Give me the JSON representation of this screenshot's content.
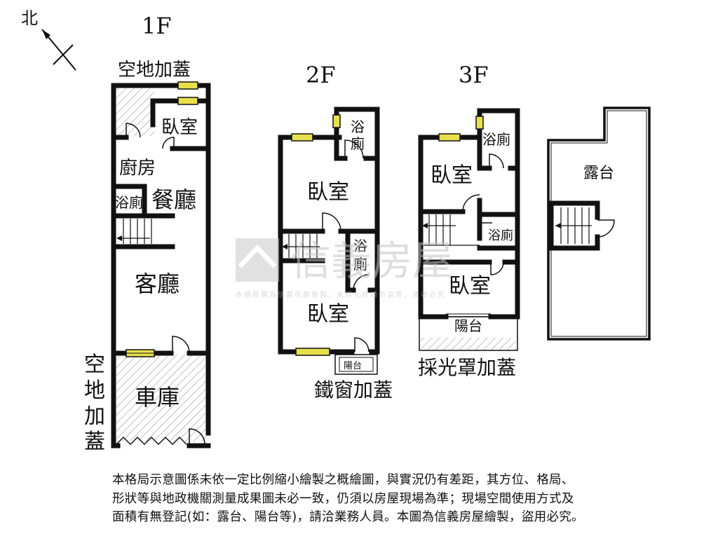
{
  "compass": {
    "north_label": "北",
    "icon": "north-arrow-icon"
  },
  "floors": {
    "f1": {
      "title": "1F",
      "top_label": "空地加蓋",
      "side_label": [
        "空",
        "地",
        "加",
        "蓋"
      ],
      "rooms": {
        "bedroom": "臥室",
        "kitchen": "廚房",
        "bath": "浴廁",
        "dining": "餐廳",
        "living": "客廳",
        "garage": "車庫"
      }
    },
    "f2": {
      "title": "2F",
      "bottom_label": "鐵窗加蓋",
      "rooms": {
        "bath_top": "浴",
        "bath_top2": "廁",
        "bedroom_top": "臥室",
        "bath_mid": "浴",
        "bath_mid2": "廁",
        "bedroom_bottom": "臥室",
        "balcony": "陽台"
      }
    },
    "f3": {
      "title": "3F",
      "bottom_label": "採光罩加蓋",
      "rooms": {
        "bath_top": "浴廁",
        "bedroom_top": "臥室",
        "bath_mid": "浴廁",
        "bedroom_bottom": "臥室",
        "balcony": "陽台"
      }
    },
    "roof": {
      "rooms": {
        "terrace": "露台"
      }
    }
  },
  "watermark": {
    "brand": "信義房屋",
    "subtext": "本格局圖為信義房屋繪製，未經允許請勿盜用，違者必究"
  },
  "disclaimer": [
    "本格局示意圖係未依一定比例縮小繪製之概繪圖，與實況仍有差距，其方位、格局、",
    "形狀等與地政機關測量成果圖未必一致，仍須以房屋現場為準；現場空間使用方式及",
    "面積有無登記(如：露台、陽台等)，請洽業務人員。本圖為信義房屋繪製，盜用必究。"
  ],
  "colors": {
    "wall": "#111111",
    "window": "#e8e04a",
    "watermark": "#c9c9c9"
  }
}
